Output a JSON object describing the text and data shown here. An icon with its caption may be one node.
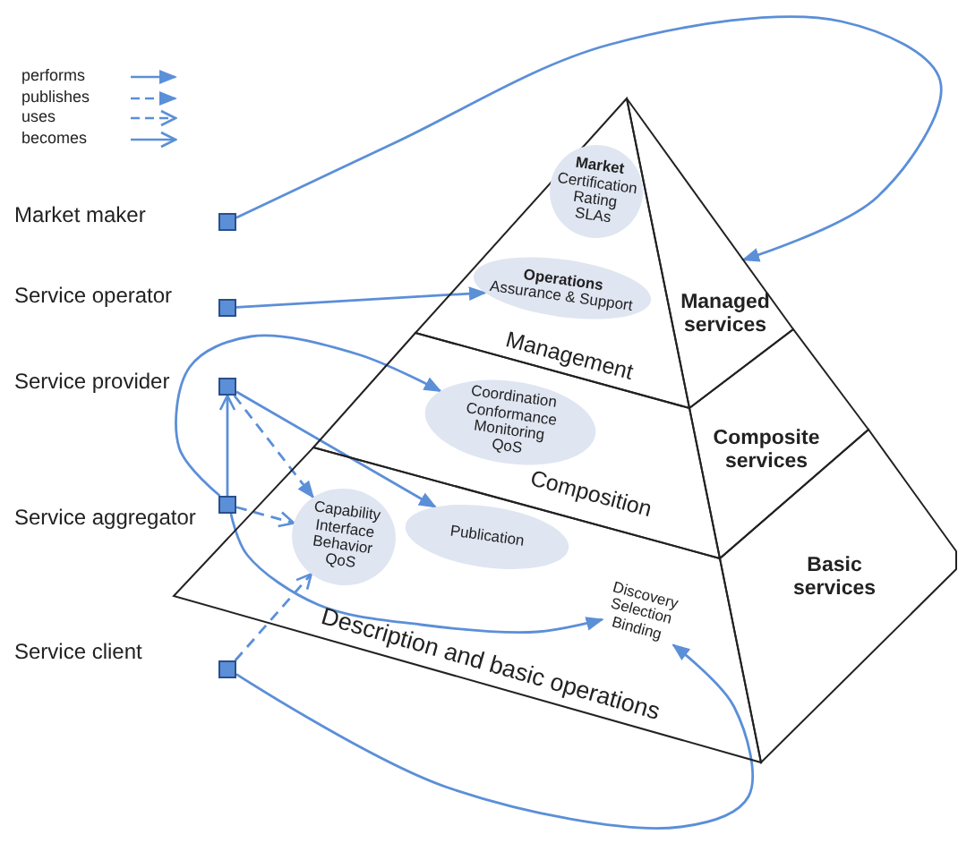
{
  "diagram": {
    "nodes": [
      {
        "text": [],
        "shape": "box",
        "beside": [
          "Market maker"
        ]
      },
      {
        "text": [],
        "shape": "box",
        "beside": [
          "Service operator"
        ]
      },
      {
        "text": [],
        "shape": "box",
        "beside": [
          "Service provider"
        ]
      },
      {
        "text": [],
        "shape": "box",
        "beside": [
          "Service aggregator"
        ]
      },
      {
        "text": [],
        "shape": "box",
        "beside": [
          "Service client"
        ]
      },
      {
        "text": [
          "Management"
        ]
      },
      {
        "text": [
          "Market",
          "Certification Rating SLAs"
        ],
        "in": 5
      },
      {
        "text": [
          "Operations",
          "Assurance & Support"
        ],
        "in": 5
      },
      {
        "text": [
          "Managed services"
        ]
      },
      {
        "text": [
          "Composition"
        ]
      },
      {
        "text": [
          "Coordination Conformance Monitoring QoS"
        ],
        "in": 9
      },
      {
        "text": [
          "Composite services"
        ]
      },
      {
        "text": [
          "Description and basic operations"
        ]
      },
      {
        "text": [
          "Capability Interface Behavior QoS"
        ],
        "in": 12
      },
      {
        "text": [
          "Publication"
        ],
        "in": 12
      },
      {
        "text": [
          "Discovery Selection Binding"
        ],
        "in": 12
      },
      {
        "text": [
          "Basic services"
        ]
      }
    ],
    "edges": [
      {
        "from": 0,
        "to": 8,
        "arrow": "to"
      },
      {
        "from": 1,
        "to": 7,
        "arrow": "to"
      },
      {
        "from": 3,
        "to": 10,
        "arrow": "to"
      },
      {
        "from": 2,
        "to": 14,
        "arrow": "to"
      },
      {
        "from": 2,
        "to": 13,
        "arrow": "to",
        "style": "dashed"
      },
      {
        "from": 3,
        "to": 2,
        "arrow": "to"
      },
      {
        "from": 3,
        "to": 13,
        "arrow": "to",
        "style": "dashed"
      },
      {
        "from": 3,
        "to": 15,
        "arrow": "to"
      },
      {
        "from": 4,
        "to": 13,
        "arrow": "to",
        "style": "dashed"
      },
      {
        "from": 4,
        "to": 15,
        "arrow": "to"
      }
    ],
    "legend": [
      {
        "text": "performs"
      },
      {
        "text": "publishes"
      },
      {
        "text": "uses"
      },
      {
        "text": "becomes"
      }
    ]
  }
}
